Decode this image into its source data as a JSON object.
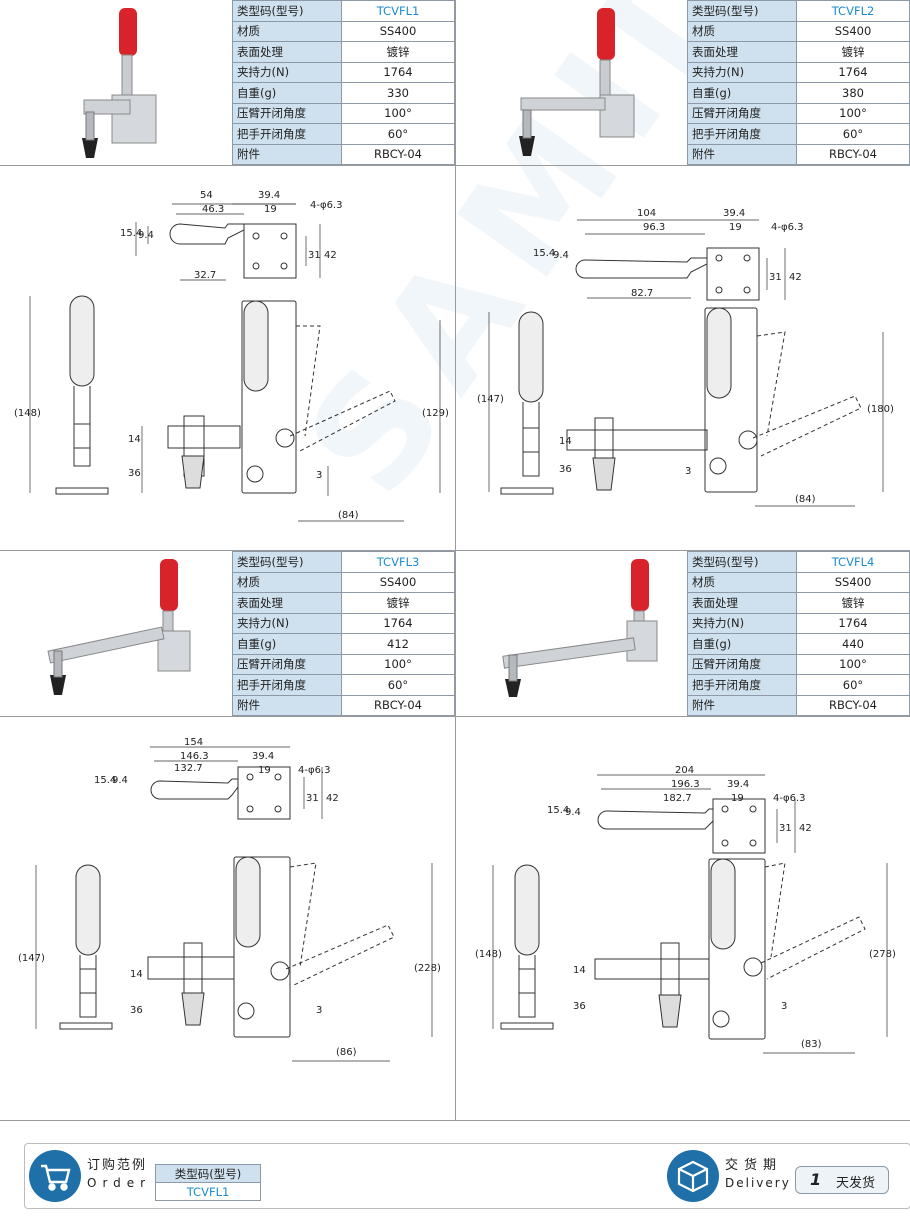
{
  "labels": {
    "model": "类型码(型号)",
    "material": "材质",
    "surface": "表面处理",
    "force": "夹持力(N)",
    "weight": "自重(g)",
    "arm_angle": "压臂开闭角度",
    "handle_angle": "把手开闭角度",
    "accessory": "附件"
  },
  "products": [
    {
      "model": "TCVFL1",
      "material": "SS400",
      "surface": "镀锌",
      "force": "1764",
      "weight": "330",
      "arm_angle": "100°",
      "handle_angle": "60°",
      "accessory": "RBCY-04",
      "dims": {
        "total": "54",
        "hole_dist": "46.3",
        "plate_w": "39.4",
        "hole_w": "19",
        "holes": "4-φ6.3",
        "h1": "15.4",
        "h2": "9.4",
        "pl_h1": "31",
        "pl_h2": "42",
        "slot": "32.7",
        "height": "(148)",
        "open_h": "(129)",
        "arm_h": "14",
        "base_h": "36",
        "gap": "3",
        "reach": "(84)"
      }
    },
    {
      "model": "TCVFL2",
      "material": "SS400",
      "surface": "镀锌",
      "force": "1764",
      "weight": "380",
      "arm_angle": "100°",
      "handle_angle": "60°",
      "accessory": "RBCY-04",
      "dims": {
        "total": "104",
        "hole_dist": "96.3",
        "plate_w": "39.4",
        "hole_w": "19",
        "holes": "4-φ6.3",
        "h1": "15.4",
        "h2": "9.4",
        "pl_h1": "31",
        "pl_h2": "42",
        "slot": "82.7",
        "height": "(147)",
        "open_h": "(180)",
        "arm_h": "14",
        "base_h": "36",
        "gap": "3",
        "reach": "(84)"
      }
    },
    {
      "model": "TCVFL3",
      "material": "SS400",
      "surface": "镀锌",
      "force": "1764",
      "weight": "412",
      "arm_angle": "100°",
      "handle_angle": "60°",
      "accessory": "RBCY-04",
      "dims": {
        "total": "154",
        "hole_dist": "146.3",
        "plate_w": "39.4",
        "hole_w": "19",
        "holes": "4-φ6.3",
        "h1": "15.4",
        "h2": "9.4",
        "pl_h1": "31",
        "pl_h2": "42",
        "slot": "132.7",
        "height": "(147)",
        "open_h": "(228)",
        "arm_h": "14",
        "base_h": "36",
        "gap": "3",
        "reach": "(86)"
      }
    },
    {
      "model": "TCVFL4",
      "material": "SS400",
      "surface": "镀锌",
      "force": "1764",
      "weight": "440",
      "arm_angle": "100°",
      "handle_angle": "60°",
      "accessory": "RBCY-04",
      "dims": {
        "total": "204",
        "hole_dist": "196.3",
        "plate_w": "39.4",
        "hole_w": "19",
        "holes": "4-φ6.3",
        "h1": "15.4",
        "h2": "9.4",
        "pl_h1": "31",
        "pl_h2": "42",
        "slot": "182.7",
        "height": "(148)",
        "open_h": "(278)",
        "arm_h": "14",
        "base_h": "36",
        "gap": "3",
        "reach": "(83)"
      }
    }
  ],
  "footer": {
    "order_cn": "订购范例",
    "order_en": "Order",
    "order_header": "类型码(型号)",
    "order_value": "TCVFL1",
    "delivery_cn": "交货期",
    "delivery_en": "Delivery",
    "days": "1",
    "days_label": "天发货"
  },
  "watermark": "SAMIDE",
  "colors": {
    "header_bg": "#cfe1ee",
    "model_text": "#1c8ccf",
    "handle_red": "#d8232a",
    "icon_blue": "#1f6fa8"
  }
}
